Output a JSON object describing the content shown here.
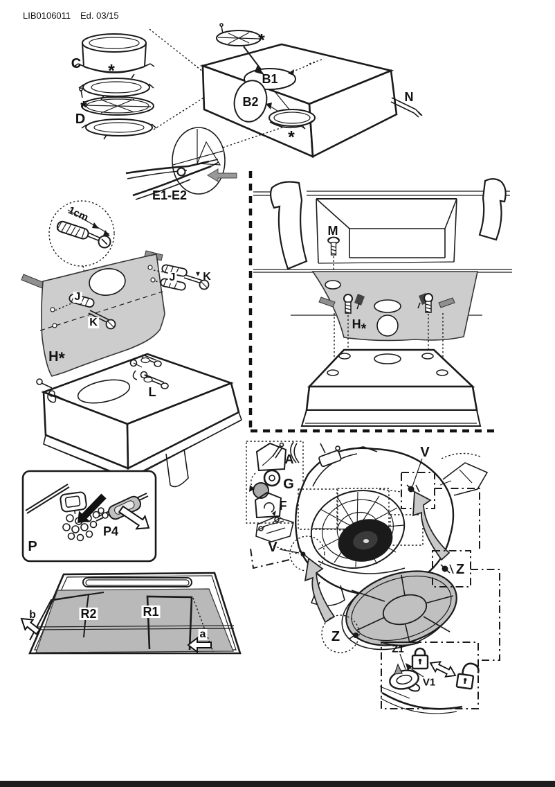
{
  "doc": {
    "code": "LIB0106011",
    "edition": "Ed. 03/15"
  },
  "colors": {
    "line": "#1a1a1a",
    "template_gray": "#cdcdcd",
    "filter_gray": "#b9b9b9",
    "disc_gray": "#c4c4c4",
    "wheel_gray": "#c0c0c0",
    "arrow_gray": "#c8c8c8",
    "rail_gray": "#8f8f8f",
    "footer_bar": "#1d1d1d"
  },
  "icons": {
    "down_triangle": "▼"
  },
  "labels": {
    "part_c": "C",
    "part_d": "D",
    "star": "*",
    "vent_top": "B1",
    "vent_front": "B2",
    "power_cable": "N",
    "pliers": "E1-E2",
    "screw_depth": "1cm",
    "wall_plug": "J",
    "wall_screw": "K",
    "template": "H",
    "template_star": "*",
    "fixing_screw": "L",
    "cabinet_screw": "M",
    "latch_p": "P",
    "latch_p4": "P4",
    "filter_clip_r1": "R1",
    "filter_clip_r2": "R2",
    "dir_a": "a",
    "dir_b": "b",
    "mode_ducting": "A",
    "charcoal_filter": "G",
    "mode_recirculation": "F",
    "motor_screw": "V",
    "fan_wheel": "Z",
    "wheel_latch": "Z1",
    "latch_screw": "V1"
  }
}
